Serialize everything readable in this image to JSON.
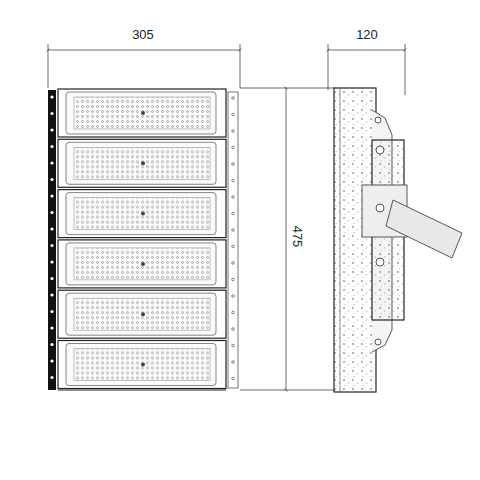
{
  "diagram": {
    "labels": [
      "305",
      "120",
      "475"
    ]
  }
}
